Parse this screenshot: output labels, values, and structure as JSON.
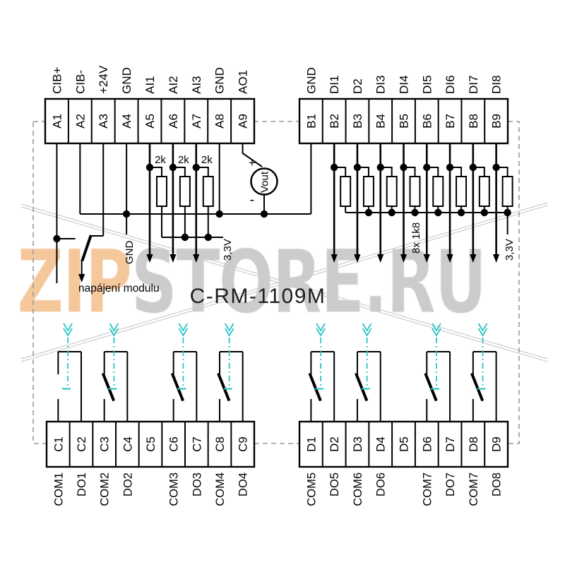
{
  "title": "C-RM-1109M",
  "watermark": {
    "zip": "ZIP",
    "store": "STORE.RU"
  },
  "colors": {
    "cyan": "#2bc4c6",
    "line": "#000000",
    "dashed_border": "#9a9a9a",
    "watermark_orange": "#f5c392",
    "watermark_gray": "#c7c7c7",
    "faint": "#cccccc",
    "title_color": "#1f1f1f"
  },
  "top_left_block": {
    "terminals": [
      "A1",
      "A2",
      "A3",
      "A4",
      "A5",
      "A6",
      "A7",
      "A8",
      "A9"
    ],
    "signals": [
      "CIB+",
      "CIB-",
      "+24V",
      "GND",
      "AI1",
      "AI2",
      "AI3",
      "GND",
      "AO1"
    ]
  },
  "top_right_block": {
    "terminals": [
      "B1",
      "B2",
      "B3",
      "B4",
      "B5",
      "B6",
      "B7",
      "B8",
      "B9"
    ],
    "signals": [
      "GND",
      "DI1",
      "D2",
      "DI3",
      "DI4",
      "DI5",
      "DI6",
      "DI7",
      "DI8"
    ]
  },
  "bottom_left_block": {
    "terminals": [
      "C1",
      "C2",
      "C3",
      "C4",
      "C5",
      "C6",
      "C7",
      "C8",
      "C9"
    ],
    "signals": [
      "COM1",
      "DO1",
      "COM2",
      "DO2",
      "",
      "COM3",
      "DO3",
      "COM4",
      "DO4"
    ]
  },
  "bottom_right_block": {
    "terminals": [
      "D1",
      "D2",
      "D3",
      "D4",
      "D5",
      "D6",
      "D7",
      "D8",
      "D9"
    ],
    "signals": [
      "COM5",
      "DO5",
      "COM6",
      "DO6",
      "",
      "COM7",
      "DO7",
      "COM7",
      "DO8"
    ]
  },
  "annotations": {
    "resistor_2k": "2k",
    "resistor_bank": "8x 1k8",
    "rail_33v_left": "3,3V",
    "rail_33v_right": "3,3V",
    "gnd": "GND",
    "vout": "Vout",
    "plus": "+",
    "minus": "-",
    "module_supply": "napájení modulu"
  },
  "relay_contacts": {
    "left_blades": [
      false,
      true,
      true,
      true
    ],
    "right_blades": [
      true,
      true,
      true,
      true
    ]
  }
}
